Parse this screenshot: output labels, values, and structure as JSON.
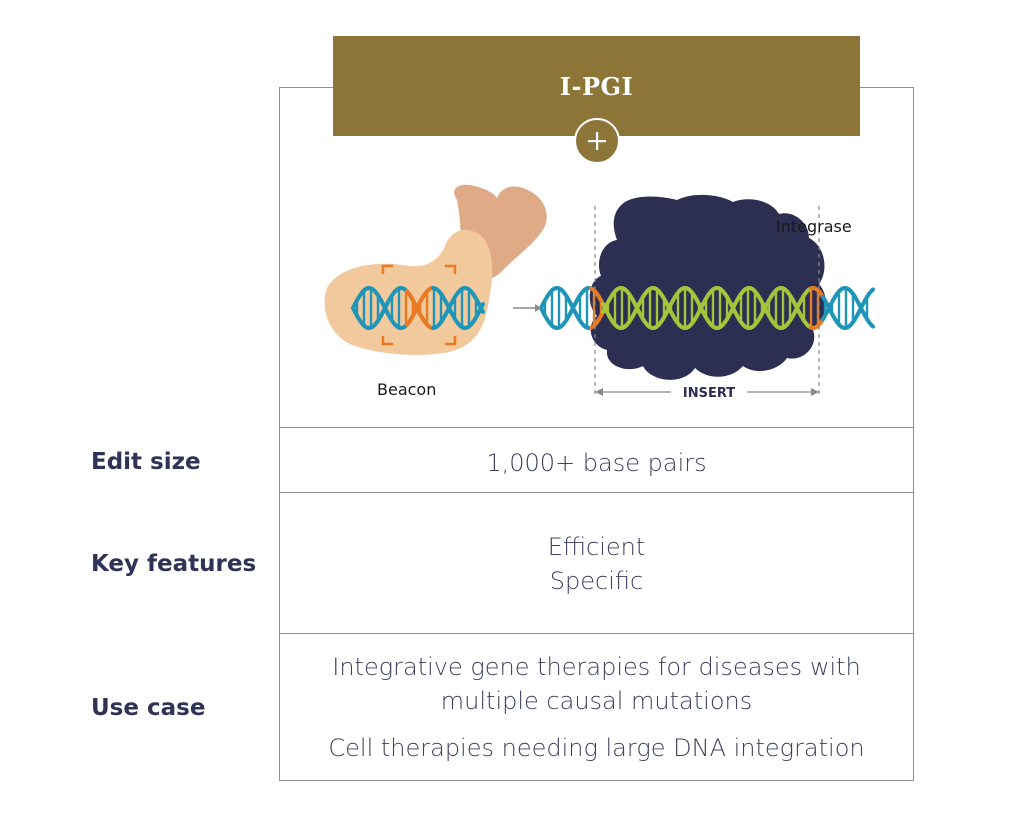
{
  "header": {
    "title": "I-PGI",
    "plus_icon": "plus-icon"
  },
  "diagram": {
    "beacon_label": "Beacon",
    "integrase_label": "Integrase",
    "insert_label": "INSERT",
    "colors": {
      "beacon": "#f1c99c",
      "beacon_arm": "#deab86",
      "integrase": "#2c2e52",
      "dna_blue": "#1f95b8",
      "dna_green": "#a6c33b",
      "dna_orange": "#e97a23",
      "arrow": "#8a8a8a"
    }
  },
  "rows": {
    "edit_size": {
      "label": "Edit size",
      "value": "1,000+ base pairs"
    },
    "key_features": {
      "label": "Key features",
      "values": [
        "Efficient",
        "Specific"
      ]
    },
    "use_case": {
      "label": "Use case",
      "line1": "Integrative gene therapies for diseases with",
      "line2": "multiple causal mutations",
      "line3": "Cell therapies needing large DNA integration"
    }
  },
  "colors": {
    "banner": "#8c7536",
    "border": "#8f8f95",
    "label_text": "#2f3357"
  }
}
